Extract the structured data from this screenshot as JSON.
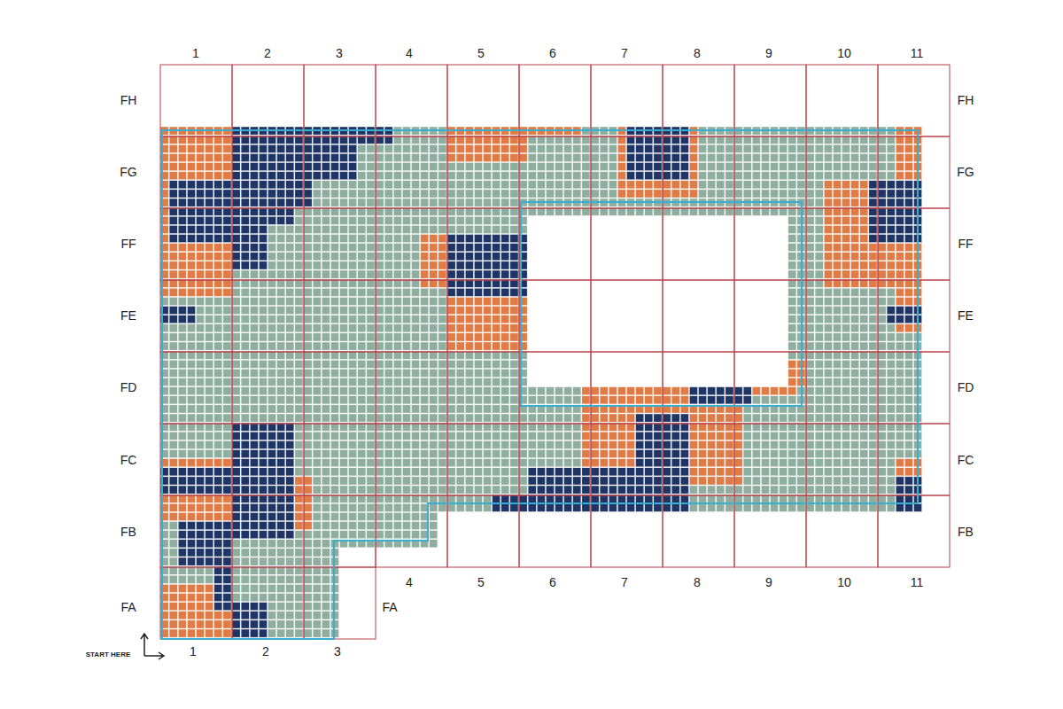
{
  "diagram": {
    "labels": [
      "1",
      "2",
      "3",
      "4",
      "5",
      "6",
      "7",
      "8",
      "9",
      "10",
      "11",
      "FH",
      "FG",
      "FF",
      "FE",
      "FD",
      "FC",
      "FB",
      "FA",
      "FH",
      "FG",
      "FF",
      "FE",
      "FD",
      "FC",
      "FB",
      "4",
      "5",
      "6",
      "7",
      "8",
      "9",
      "10",
      "11",
      "FA",
      "1",
      "2",
      "3",
      "START HERE"
    ]
  }
}
